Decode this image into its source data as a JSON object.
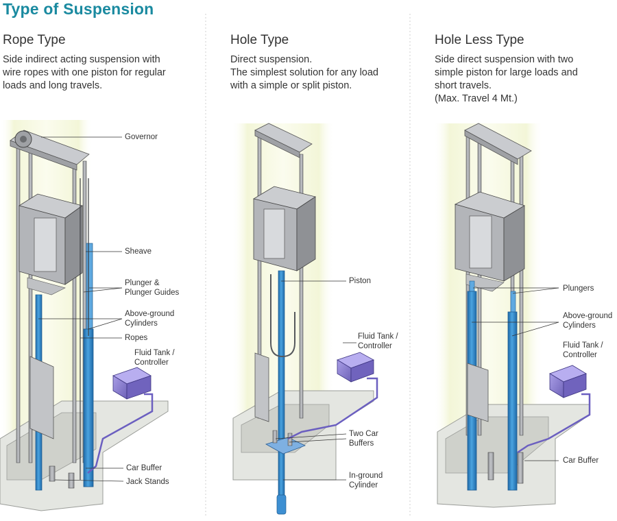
{
  "title": "Type of Suspension",
  "panels": [
    {
      "title": "Rope Type",
      "description": [
        "Side indirect acting suspension with",
        "wire ropes with one piston for regular",
        "loads and long travels."
      ],
      "labels": {
        "governor": "Governor",
        "sheave": "Sheave",
        "plunger_guides": [
          "Plunger &",
          "Plunger Guides"
        ],
        "cylinders": [
          "Above-ground",
          "Cylinders"
        ],
        "ropes": "Ropes",
        "fluid_tank": [
          "Fluid Tank /",
          "Controller"
        ],
        "car_buffer": "Car Buffer",
        "jack_stands": "Jack Stands"
      }
    },
    {
      "title": "Hole Type",
      "description": [
        "Direct suspension.",
        "The simplest solution for any load",
        "with a simple or split piston."
      ],
      "labels": {
        "piston": "Piston",
        "fluid_tank": [
          "Fluid Tank /",
          "Controller"
        ],
        "car_buffers": [
          "Two Car",
          "Buffers"
        ],
        "inground_cylinder": [
          "In-ground",
          "Cylinder"
        ]
      }
    },
    {
      "title": "Hole Less Type",
      "description": [
        "Side direct suspension with two",
        "simple piston for large loads and",
        "short travels.",
        "(Max. Travel 4 Mt.)"
      ],
      "labels": {
        "plungers": "Plungers",
        "cylinders": [
          "Above-ground",
          "Cylinders"
        ],
        "fluid_tank": [
          "Fluid Tank /",
          "Controller"
        ],
        "car_buffer": "Car Buffer"
      }
    }
  ],
  "colors": {
    "title": "#1a8aa0",
    "piston_blue": "#2f83c8",
    "tank_purple": "#8c7fd0",
    "shaft_glow": "#f4f6dc",
    "metal_gray": "#a7a9ad",
    "pit_gray": "#dfe1dc"
  }
}
